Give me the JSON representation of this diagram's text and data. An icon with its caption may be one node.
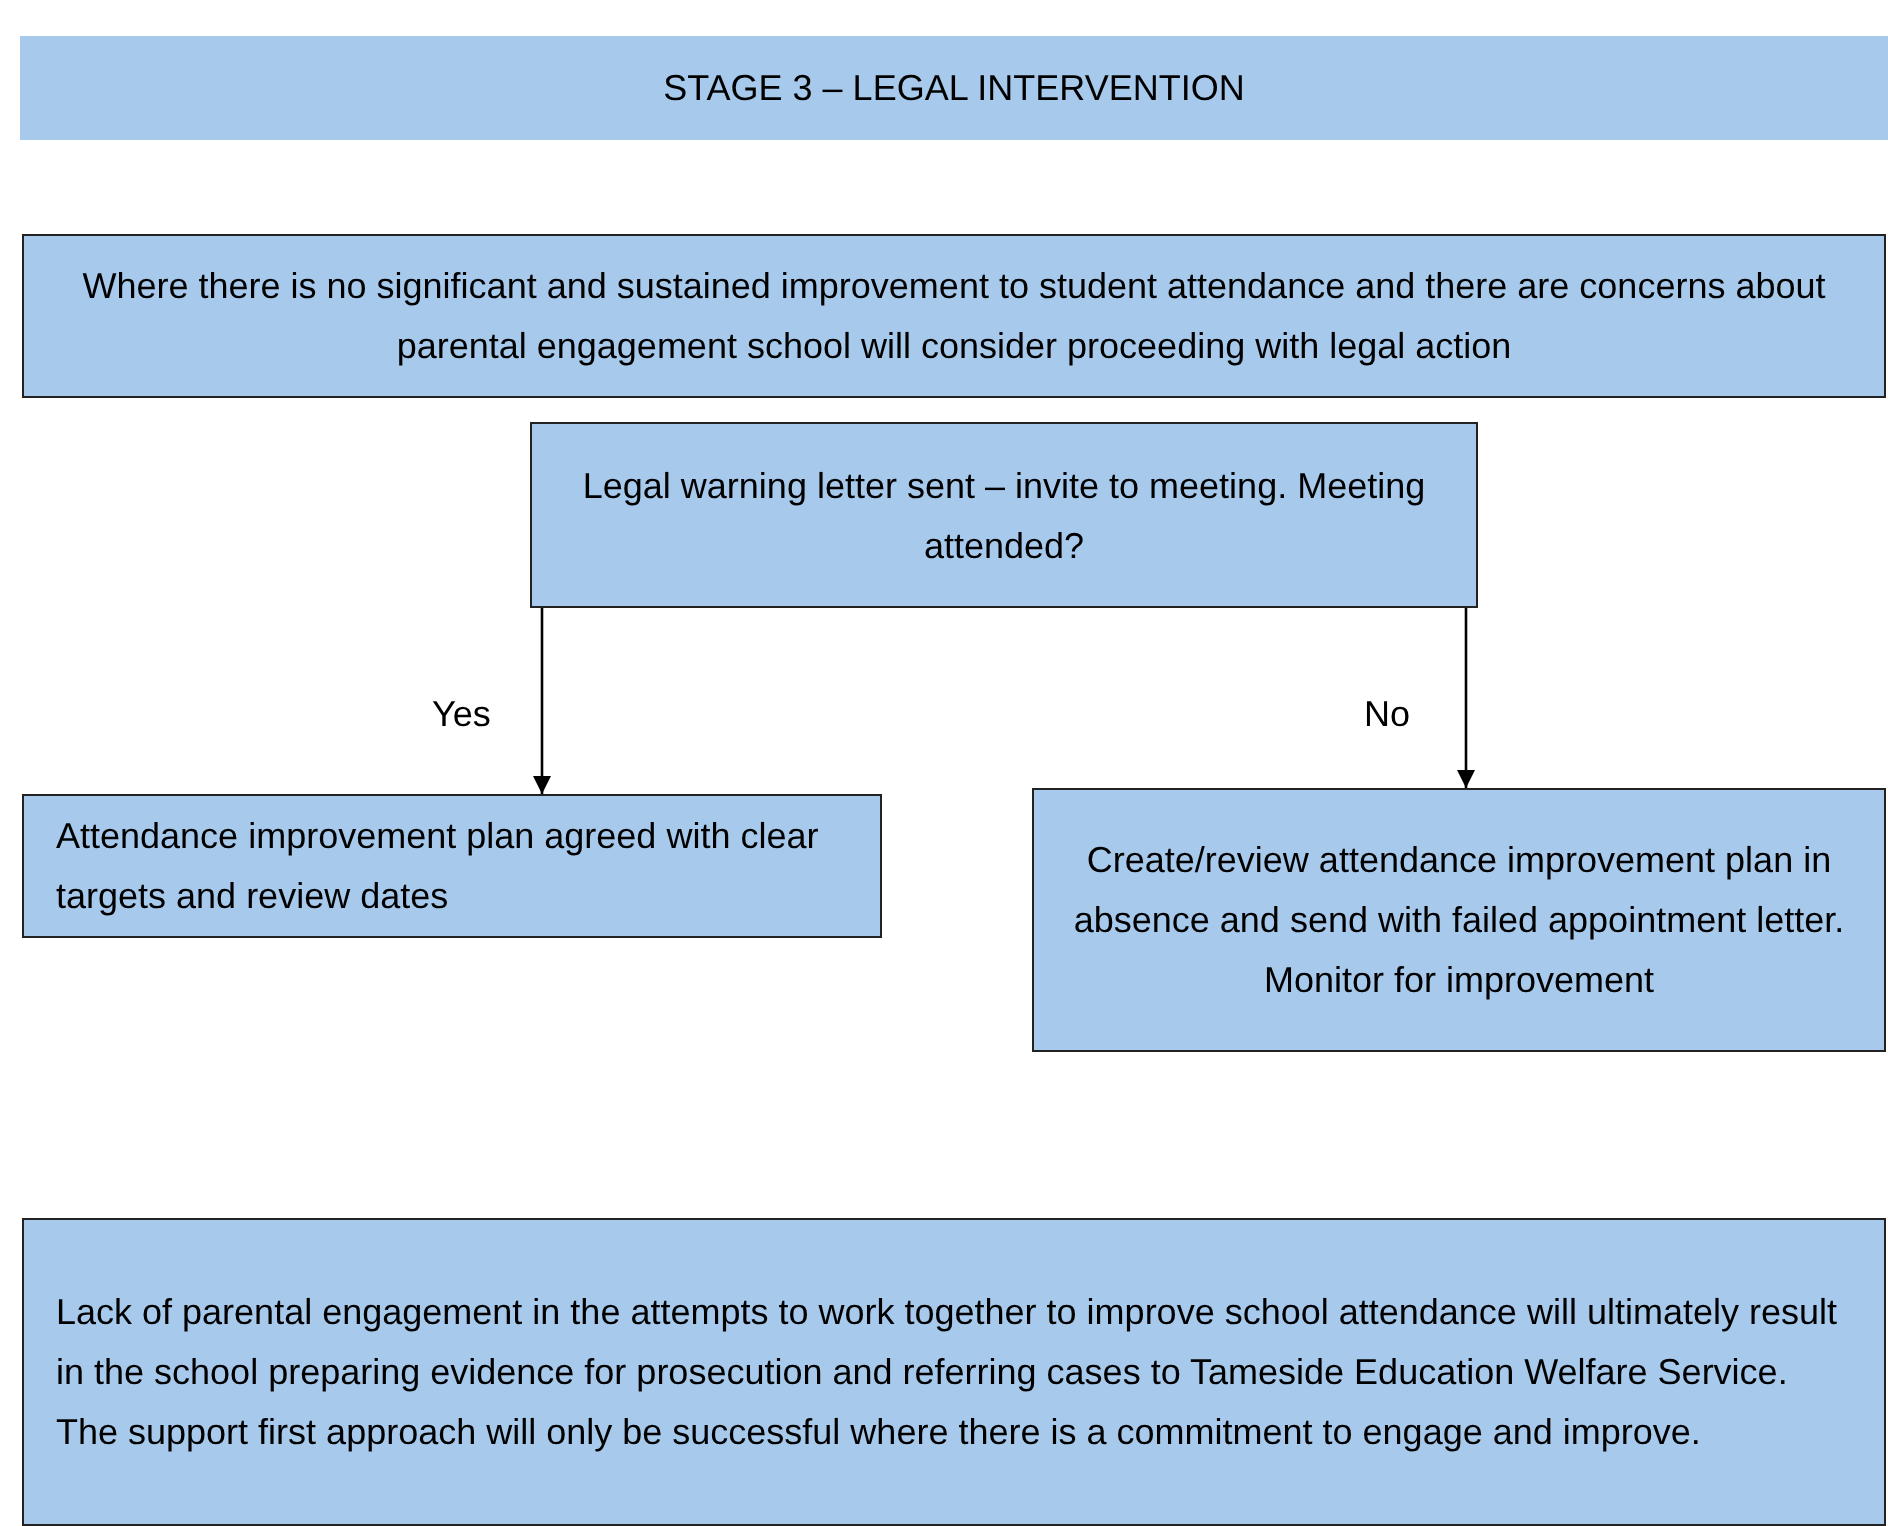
{
  "diagram": {
    "title": "STAGE 3 – LEGAL INTERVENTION",
    "nodes": [
      {
        "text": [
          "Where there is no significant and sustained improvement to student attendance and there are concerns about parental engagement school will consider proceeding with legal action"
        ]
      },
      {
        "text": [
          "Legal warning letter sent – invite to meeting. Meeting attended?"
        ]
      },
      {
        "text": [
          "Attendance improvement plan agreed with clear targets and review dates"
        ]
      },
      {
        "text": [
          "Create/review attendance improvement plan in absence and send with failed appointment letter. Monitor for improvement"
        ]
      },
      {
        "text": [
          "Lack of parental engagement in the attempts to work together to improve school attendance will ultimately result in the school preparing evidence for prosecution and referring cases to Tameside Education Welfare Service. The support first approach will only be successful where there is a commitment to engage and improve."
        ]
      }
    ],
    "edges": [
      {
        "from": 1,
        "to": 2,
        "arrow": "to",
        "label": "Yes"
      },
      {
        "from": 1,
        "to": 3,
        "arrow": "to",
        "label": "No"
      }
    ]
  }
}
